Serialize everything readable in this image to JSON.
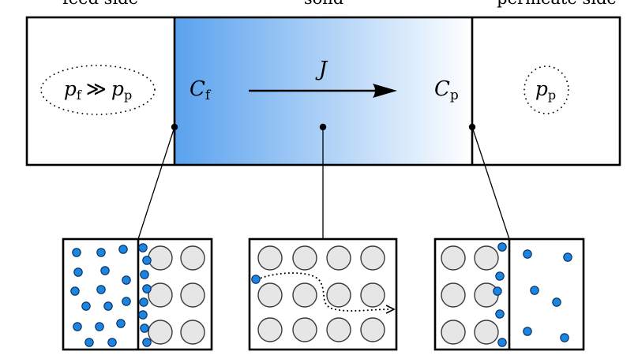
{
  "headers": {
    "left": "feed side",
    "middle": "solid",
    "right": "permeate side"
  },
  "feed": {
    "pressure": {
      "p1": "p",
      "s1": "f",
      "op": "≫",
      "p2": "p",
      "s2": "p"
    },
    "concentration": {
      "symbol": "C",
      "sub": "f"
    }
  },
  "solid": {
    "flux_label": "J"
  },
  "permeate": {
    "pressure": {
      "symbol": "p",
      "sub": "p"
    },
    "concentration": {
      "symbol": "C",
      "sub": "p"
    }
  },
  "colors": {
    "gradient_start": "#5aa2ee",
    "gradient_end": "#ffffff",
    "particle": "#1a86e0",
    "particle_stroke": "#0a2a60",
    "grain_fill": "#e6e6e6",
    "grain_stroke": "#3a3a3a"
  }
}
